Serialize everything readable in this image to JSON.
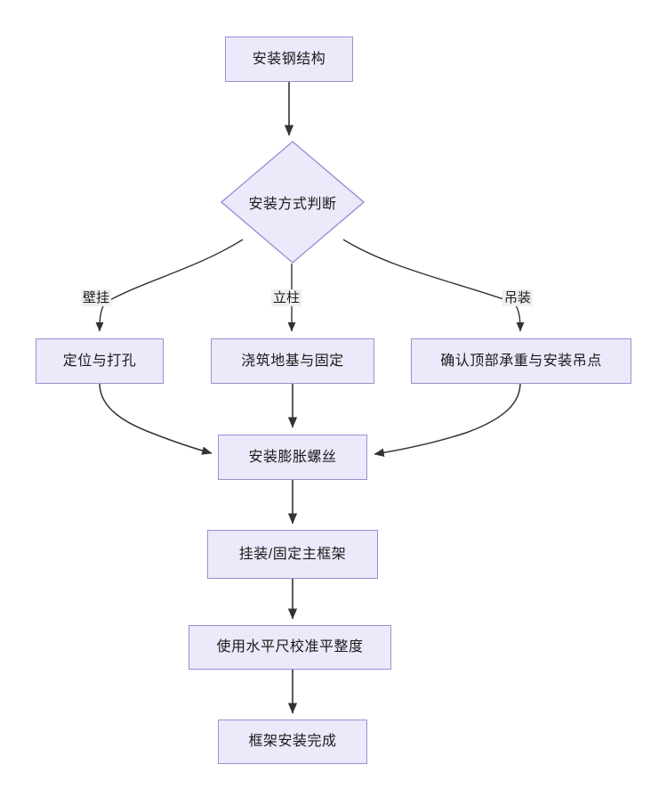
{
  "diagram": {
    "type": "flowchart",
    "direction": "top-to-bottom",
    "title_text": "",
    "colors": {
      "node_fill": "#ebe9fa",
      "node_border": "#9d8fd2",
      "edge_stroke": "#333333",
      "label_background": "#efefef",
      "text": "#1b1b1b",
      "canvas_background": "#ffffff"
    },
    "nodes": [
      {
        "id": "start",
        "label": "安装钢结构",
        "shape": "rect"
      },
      {
        "id": "decision",
        "label": "安装方式判断",
        "shape": "diamond"
      },
      {
        "id": "wall",
        "label": "定位与打孔",
        "shape": "rect"
      },
      {
        "id": "pillar",
        "label": "浇筑地基与固定",
        "shape": "rect"
      },
      {
        "id": "hoist",
        "label": "确认顶部承重与安装吊点",
        "shape": "rect"
      },
      {
        "id": "anchor",
        "label": "安装膨胀螺丝",
        "shape": "rect"
      },
      {
        "id": "mount",
        "label": "挂装/固定主框架",
        "shape": "rect"
      },
      {
        "id": "level",
        "label": "使用水平尺校准平整度",
        "shape": "rect"
      },
      {
        "id": "done",
        "label": "框架安装完成",
        "shape": "rect"
      }
    ],
    "edge_labels": [
      {
        "id": "branch-wall",
        "label": "壁挂"
      },
      {
        "id": "branch-pillar",
        "label": "立柱"
      },
      {
        "id": "branch-hoist",
        "label": "吊装"
      }
    ],
    "edges": [
      {
        "from": "start",
        "to": "decision",
        "label": ""
      },
      {
        "from": "decision",
        "to": "wall",
        "label": "壁挂"
      },
      {
        "from": "decision",
        "to": "pillar",
        "label": "立柱"
      },
      {
        "from": "decision",
        "to": "hoist",
        "label": "吊装"
      },
      {
        "from": "wall",
        "to": "anchor",
        "label": ""
      },
      {
        "from": "pillar",
        "to": "anchor",
        "label": ""
      },
      {
        "from": "hoist",
        "to": "anchor",
        "label": ""
      },
      {
        "from": "anchor",
        "to": "mount",
        "label": ""
      },
      {
        "from": "mount",
        "to": "level",
        "label": ""
      },
      {
        "from": "level",
        "to": "done",
        "label": ""
      }
    ]
  }
}
